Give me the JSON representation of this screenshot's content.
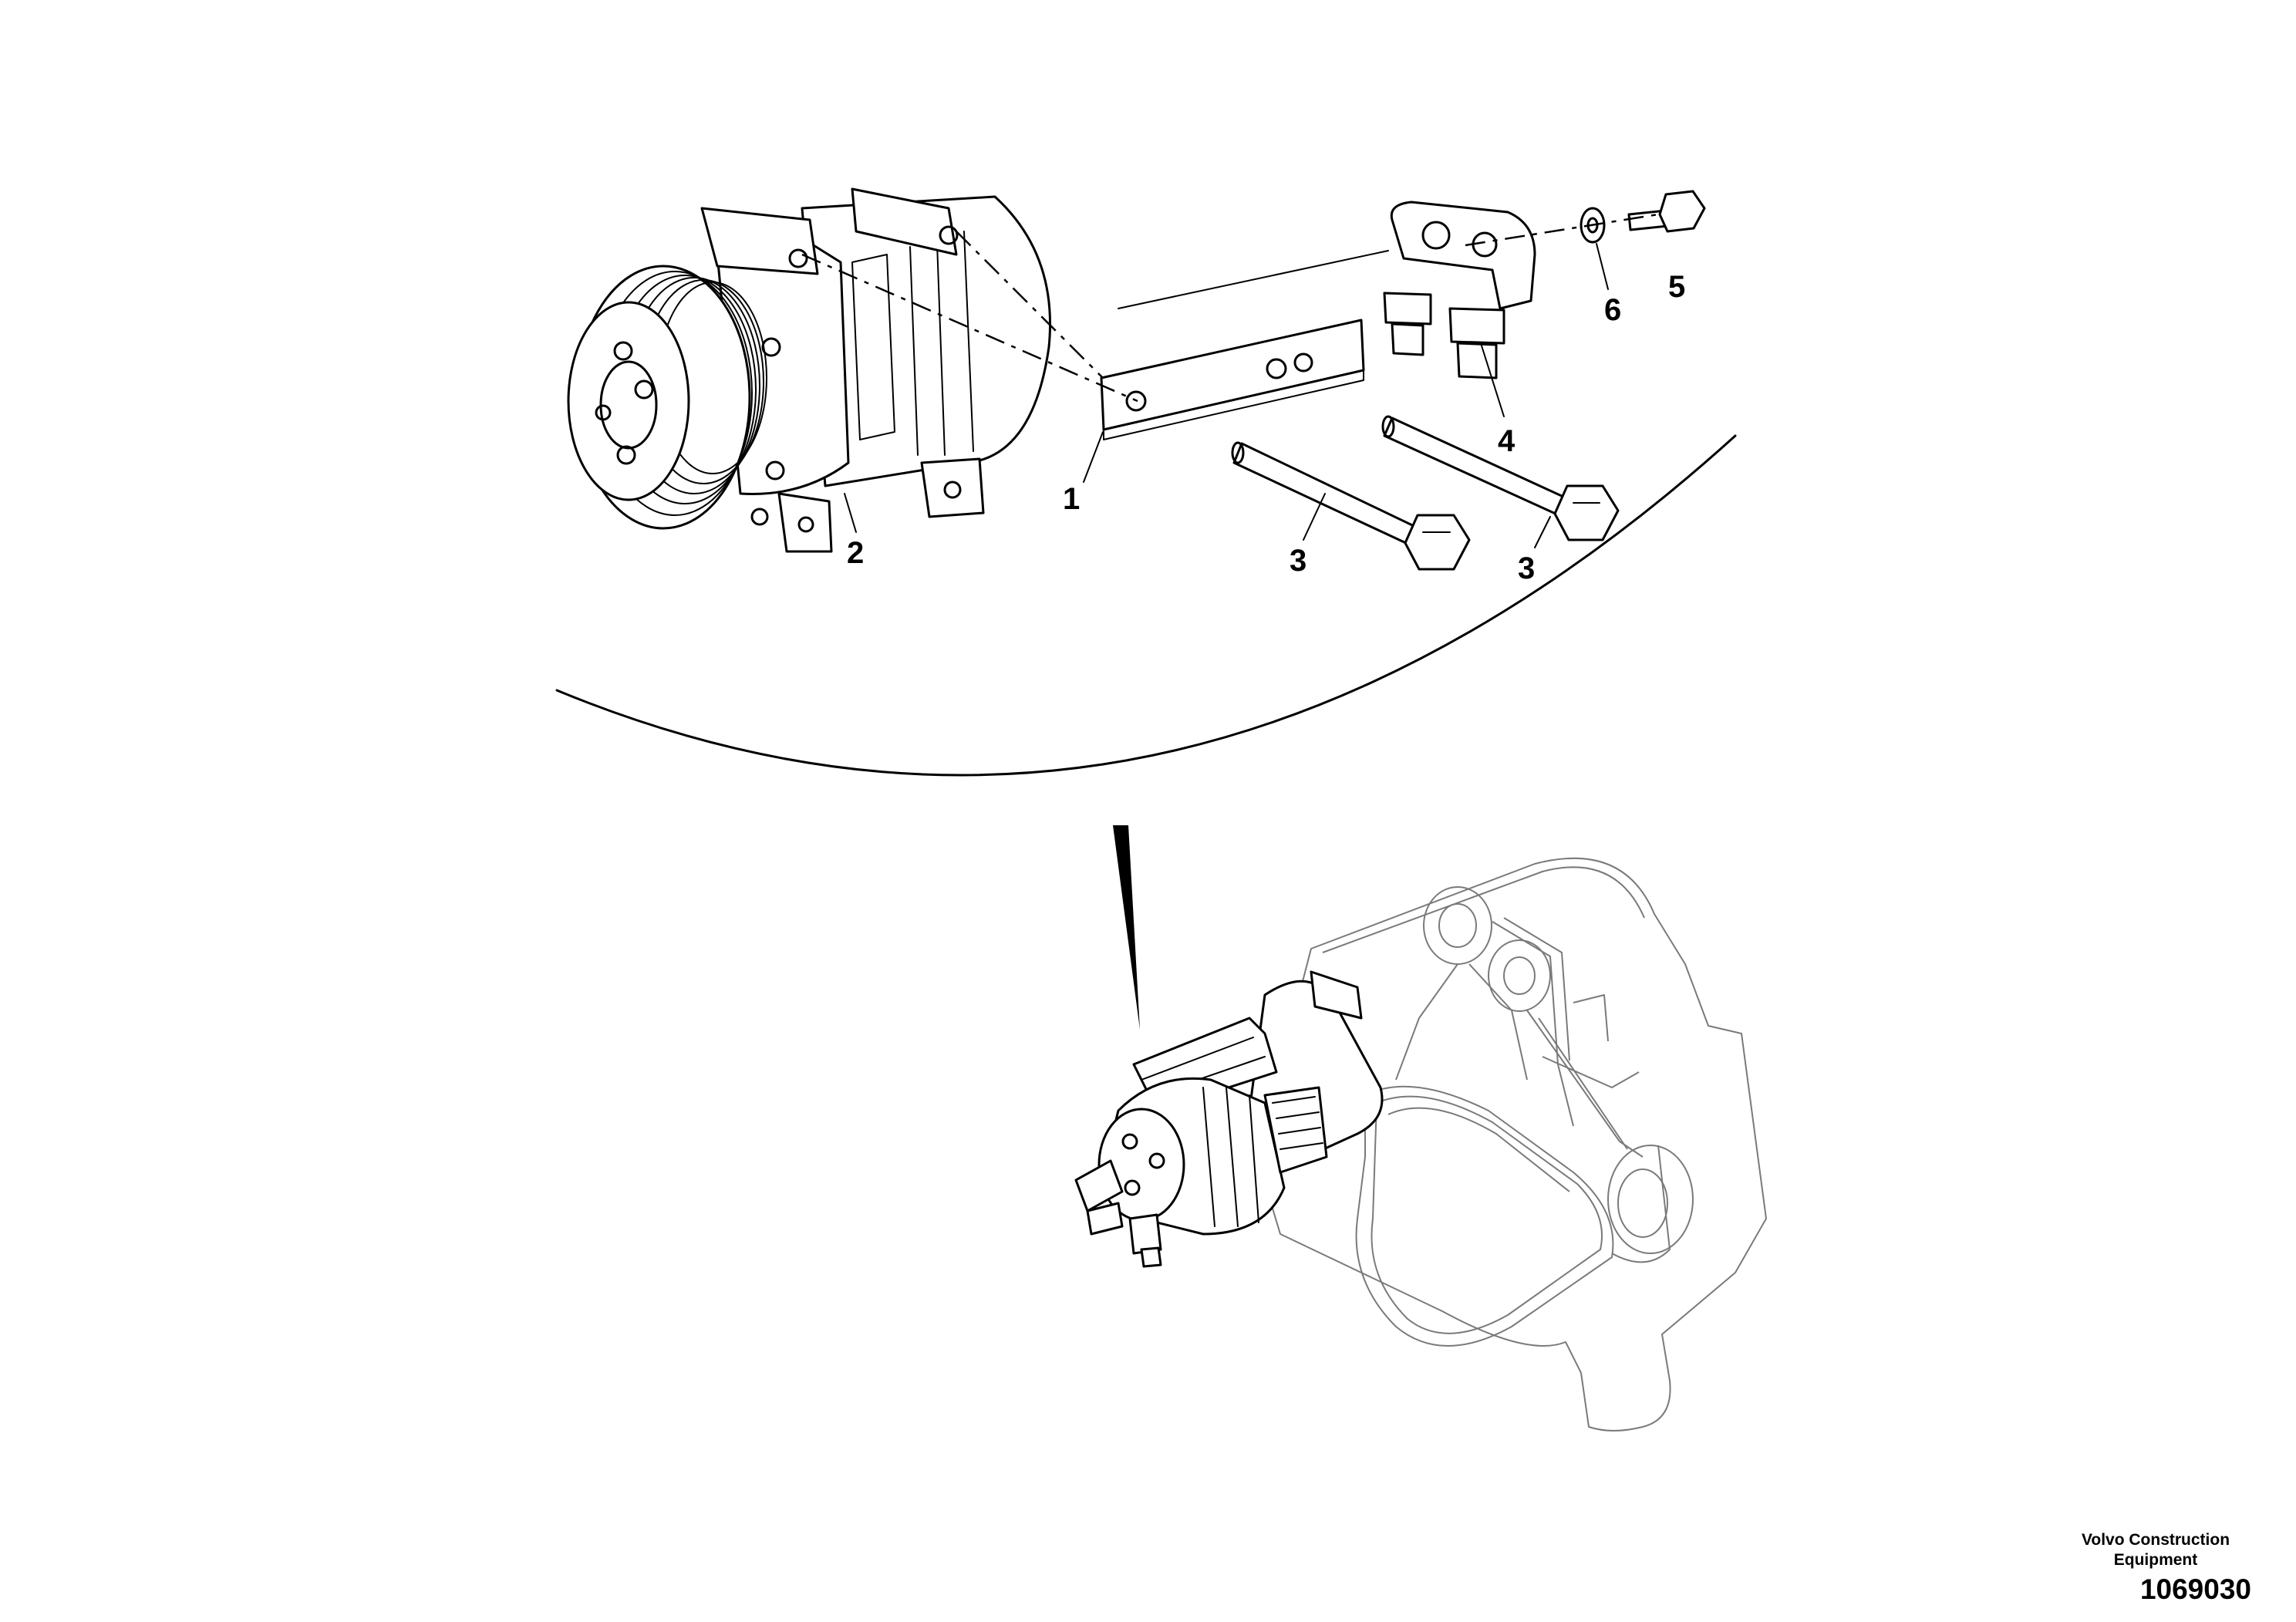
{
  "callouts": {
    "bracket": "1",
    "compressor": "2",
    "bolt_left": "3",
    "bolt_right": "3",
    "pipe_connection": "4",
    "screw": "5",
    "washer": "6"
  },
  "brand": {
    "line1": "Volvo Construction",
    "line2": "Equipment"
  },
  "document_number": "1069030"
}
